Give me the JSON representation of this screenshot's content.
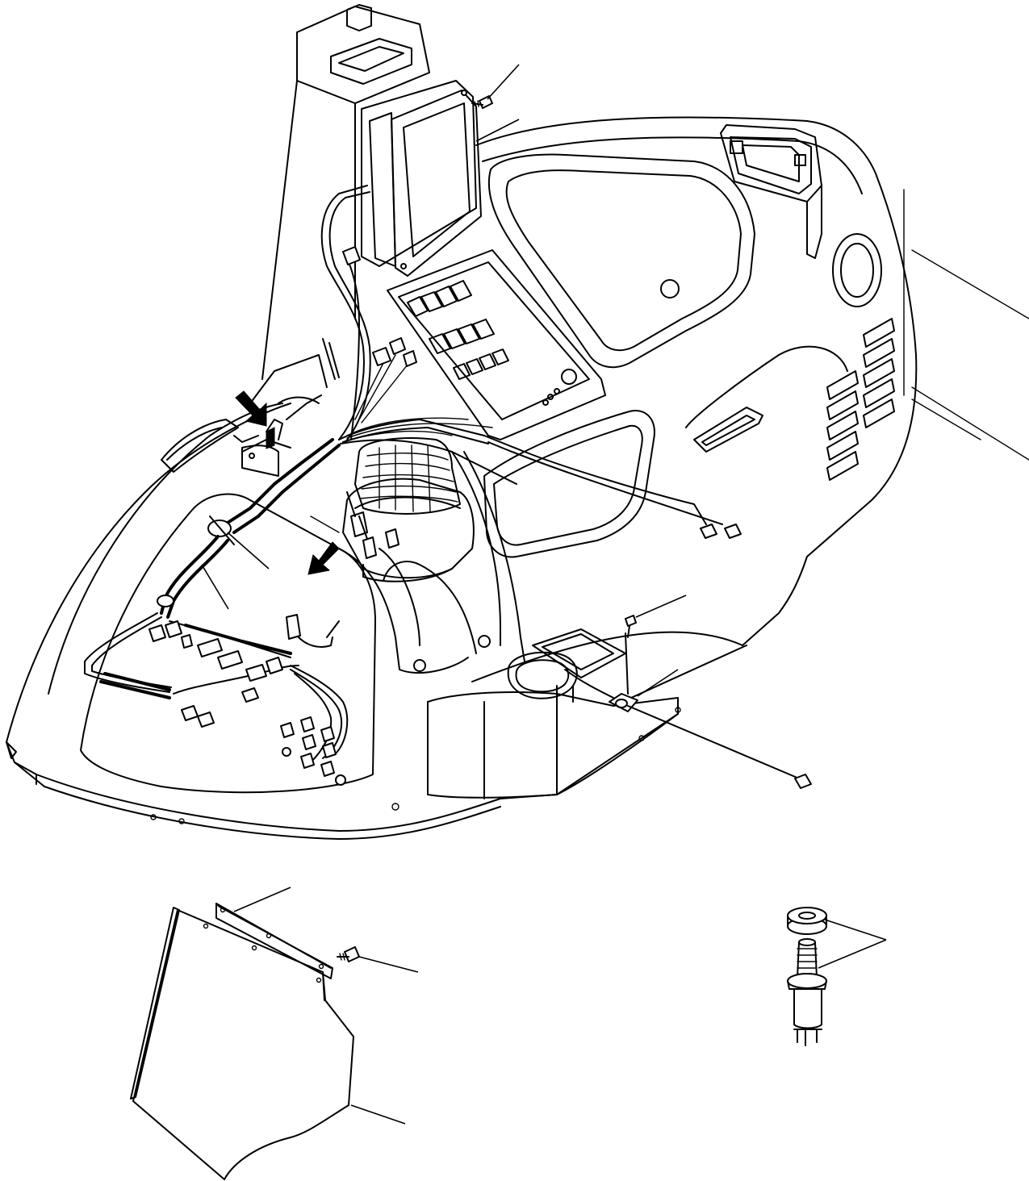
{
  "figure": {
    "callout_labels": []
  },
  "views": [
    {
      "id": "main-assembly"
    },
    {
      "id": "cover-plate"
    },
    {
      "id": "switch-and-nut"
    }
  ]
}
